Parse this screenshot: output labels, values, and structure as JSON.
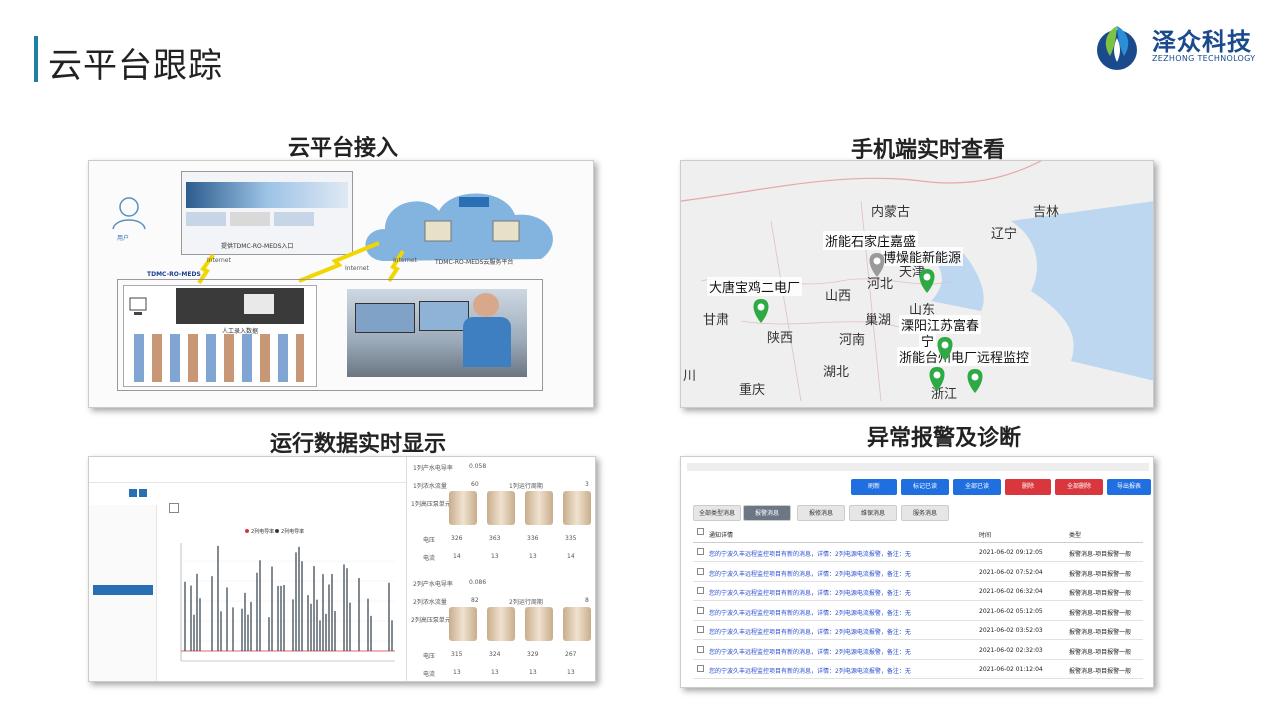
{
  "page": {
    "title": "云平台跟踪"
  },
  "logo": {
    "cn": "泽众科技",
    "en": "ZEZHONG TECHNOLOGY"
  },
  "sections": {
    "cloud_access": "云平台接入",
    "mobile_view": "手机端实时查看",
    "realtime_data": "运行数据实时显示",
    "alarm_diag": "异常报警及诊断"
  },
  "cloud_diagram": {
    "labels": [
      "TDMC-RO-MEDS",
      "提供TDMC-RO-MEDS入口",
      "Internet",
      "Internet",
      "Internet",
      "TDMC-RO-MEDS云服务平台",
      "人工录入数据",
      "用户"
    ]
  },
  "map": {
    "provinces": [
      "内蒙古",
      "吉林",
      "辽宁",
      "山西",
      "河北",
      "陕西",
      "甘肃",
      "河南",
      "湖北",
      "重庆",
      "浙江",
      "山东",
      "天津",
      "川",
      "巢湖"
    ],
    "sites": [
      "浙能石家庄嘉盛",
      "大唐宝鸡二电厂",
      "博燥能新能源",
      "溧阳江苏富春",
      "浙能台州电厂远程监控",
      "宁"
    ]
  },
  "data_panel": {
    "legend": [
      "2列电导率",
      "2列电导率"
    ],
    "groups": [
      {
        "row1": "1列产水电导率",
        "v1": "0.058",
        "row2": "1列浓水流量",
        "v2": "60",
        "row3": "1列运行周期",
        "v3": "3",
        "unit": "1列高压泵单元",
        "volt_label": "电压",
        "volts": [
          "326",
          "363",
          "336",
          "335"
        ],
        "cur_label": "电流",
        "currents": [
          "14",
          "13",
          "13",
          "14"
        ]
      },
      {
        "row1": "2列产水电导率",
        "v1": "0.086",
        "row2": "2列浓水流量",
        "v2": "82",
        "row3": "2列运行周期",
        "v3": "8",
        "unit": "2列高压泵单元",
        "volt_label": "电压",
        "volts": [
          "315",
          "324",
          "329",
          "267"
        ],
        "cur_label": "电流",
        "currents": [
          "13",
          "13",
          "13",
          "13"
        ]
      }
    ]
  },
  "alarm_panel": {
    "buttons": [
      {
        "label": "刷新",
        "color": "#1f6fe0"
      },
      {
        "label": "标记已读",
        "color": "#1f6fe0"
      },
      {
        "label": "全部已读",
        "color": "#1f6fe0"
      },
      {
        "label": "删除",
        "color": "#d9363e"
      },
      {
        "label": "全部删除",
        "color": "#d9363e"
      },
      {
        "label": "导出报表",
        "color": "#1f6fe0"
      }
    ],
    "tabs": [
      "全部类型消息",
      "报警消息",
      "报修消息",
      "维保消息",
      "服务消息"
    ],
    "headers": [
      "通知详情",
      "时间",
      "类型"
    ],
    "rows": [
      {
        "detail": "您的宁波久丰远程监控项目有新的消息，详情：2列电源电流报警，备注：无",
        "time": "2021-06-02 09:12:05",
        "type": "报警消息-项目报警一般"
      },
      {
        "detail": "您的宁波久丰远程监控项目有新的消息，详情：2列电源电流报警，备注：无",
        "time": "2021-06-02 07:52:04",
        "type": "报警消息-项目报警一般"
      },
      {
        "detail": "您的宁波久丰远程监控项目有新的消息，详情：2列电源电流报警，备注：无",
        "time": "2021-06-02 06:32:04",
        "type": "报警消息-项目报警一般"
      },
      {
        "detail": "您的宁波久丰远程监控项目有新的消息，详情：2列电源电流报警，备注：无",
        "time": "2021-06-02 05:12:05",
        "type": "报警消息-项目报警一般"
      },
      {
        "detail": "您的宁波久丰远程监控项目有新的消息，详情：2列电源电流报警，备注：无",
        "time": "2021-06-02 03:52:03",
        "type": "报警消息-项目报警一般"
      },
      {
        "detail": "您的宁波久丰远程监控项目有新的消息，详情：2列电源电流报警，备注：无",
        "time": "2021-06-02 02:32:03",
        "type": "报警消息-项目报警一般"
      },
      {
        "detail": "您的宁波久丰远程监控项目有新的消息，详情：2列电源电流报警，备注：无",
        "time": "2021-06-02 01:12:04",
        "type": "报警消息-项目报警一般"
      }
    ]
  },
  "colors": {
    "accent": "#1e7fa3",
    "brand": "#1b4a8c",
    "pin": "#2eaa44",
    "btn_blue": "#1f6fe0",
    "btn_red": "#d9363e"
  }
}
